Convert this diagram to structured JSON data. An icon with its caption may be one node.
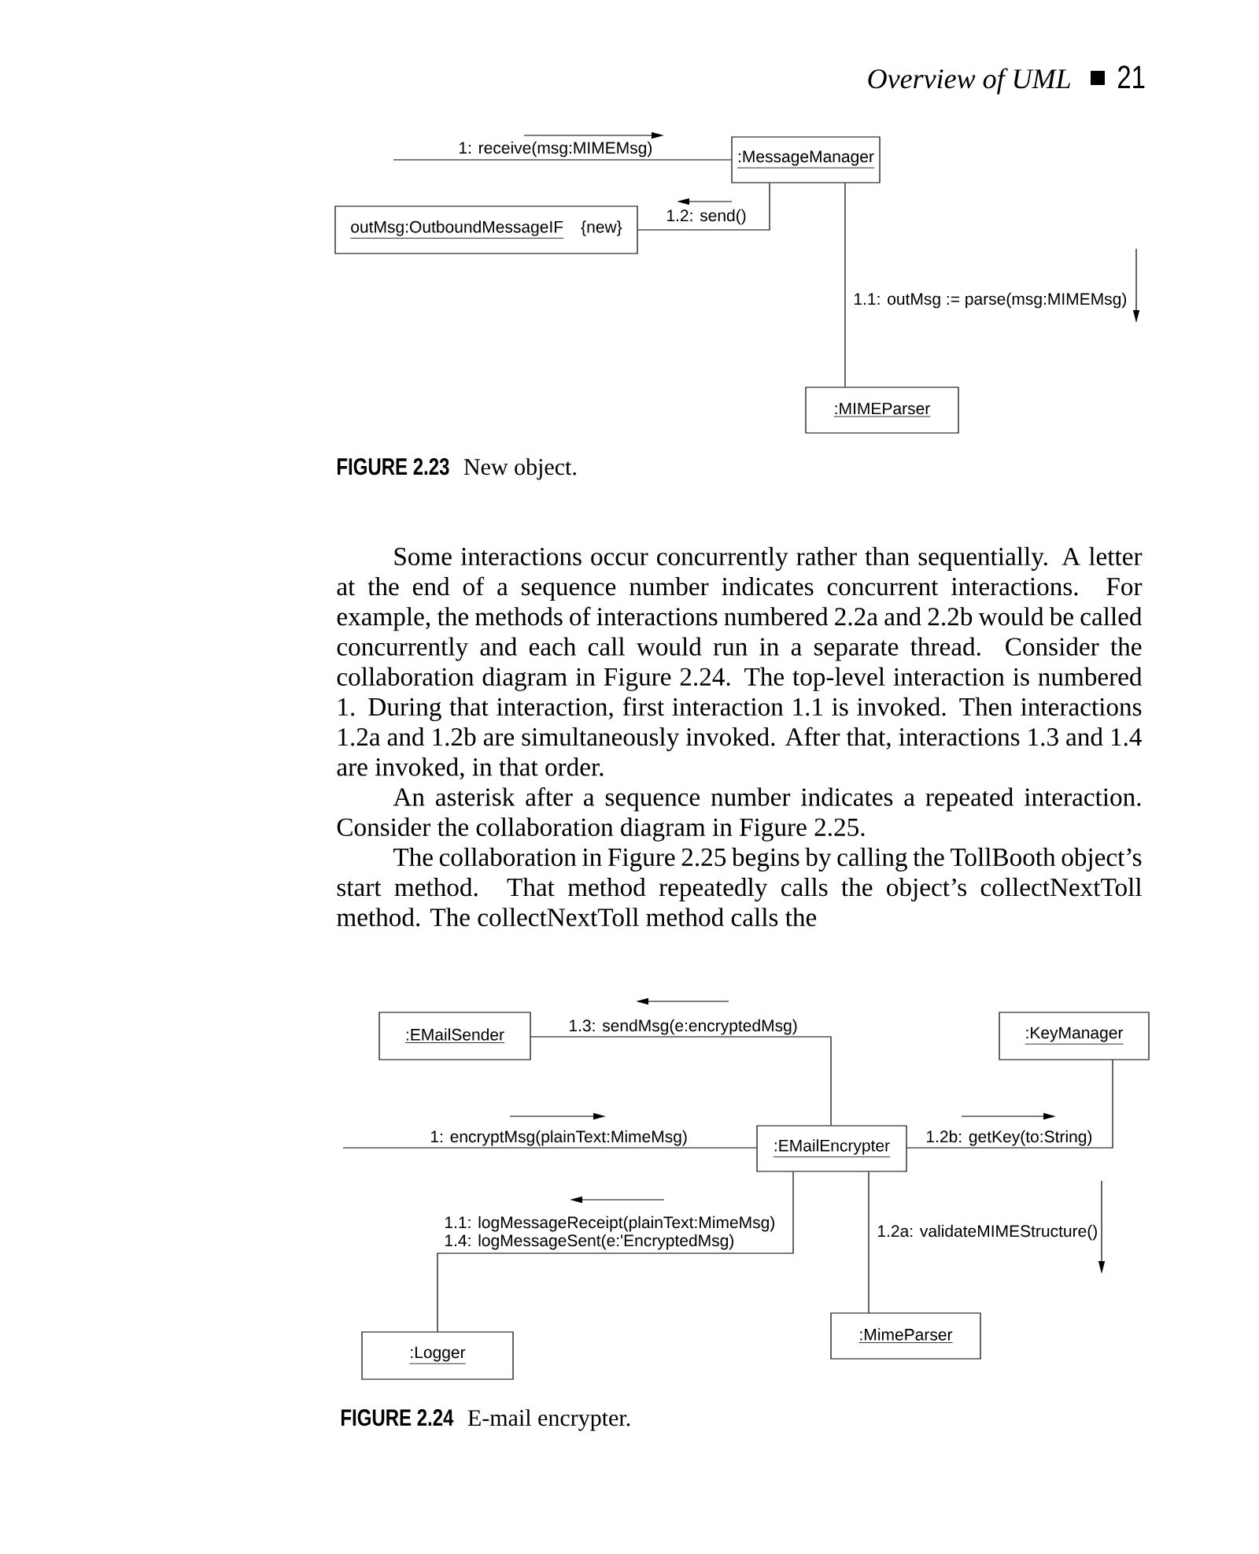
{
  "diagram": {
    "nodes": [
      {
        "text": [
          ":MessageManager"
        ]
      },
      {
        "text": [
          "outMsg:OutboundMessageIF",
          "{new}"
        ]
      },
      {
        "text": [
          ":MIMEParser"
        ]
      },
      {
        "text": [
          ":EMailSender"
        ]
      },
      {
        "text": [
          ":KeyManager"
        ]
      },
      {
        "text": [
          ":EMailEncrypter"
        ]
      },
      {
        "text": [
          ":MimeParser"
        ]
      },
      {
        "text": [
          ":Logger"
        ]
      }
    ],
    "edges": [
      {
        "from": null,
        "to": 0,
        "arrow": "none",
        "label": "1: receive(msg:MIMEMsg)"
      },
      {
        "from": 0,
        "to": 1,
        "arrow": "none",
        "label": "1.2: send()"
      },
      {
        "from": 0,
        "to": 2,
        "arrow": "none",
        "label": "1.1: outMsg := parse(msg:MIMEMsg)"
      },
      {
        "from": 5,
        "to": 3,
        "arrow": "none",
        "label": "1.3: sendMsg(e:encryptedMsg)"
      },
      {
        "from": null,
        "to": 5,
        "arrow": "none",
        "label": "1: encryptMsg(plainText:MimeMsg)"
      },
      {
        "from": 5,
        "to": 4,
        "arrow": "none",
        "label": "1.2b: getKey(to:String)"
      },
      {
        "from": 5,
        "to": 6,
        "arrow": "none",
        "label": "1.2a: validateMIMEStructure()"
      },
      {
        "from": 5,
        "to": 7,
        "arrow": "none",
        "label": "1.1: logMessageReceipt(plainText:MimeMsg) 1.4: logMessageSent(e:'EncryptedMsg)"
      }
    ],
    "labels": [
      "Overview of UML",
      "21",
      "**FIGURE 2.23** New object.",
      "Some interactions occur concurrently rather than sequentially. A letter at the end of a sequence number indicates concurrent interactions. For example, the methods of interactions numbered 2.2a and 2.2b would be called concurrently and each call would run in a separate thread. Consider the collaboration diagram in Figure 2.24. The top-level interaction is numbered 1. During that interaction, first interaction 1.1 is invoked. Then interactions 1.2a and 1.2b are simultaneously invoked. After that, interactions 1.3 and 1.4 are invoked, in that order.",
      "An asterisk after a sequence number indicates a repeated interaction. Consider the collaboration diagram in Figure 2.25.",
      "The collaboration in Figure 2.25 begins by calling the TollBooth object’s start method. That method repeatedly calls the object’s collectNextToll method. The collectNextToll method calls the",
      "**FIGURE 2.24** E-mail encrypter."
    ]
  }
}
